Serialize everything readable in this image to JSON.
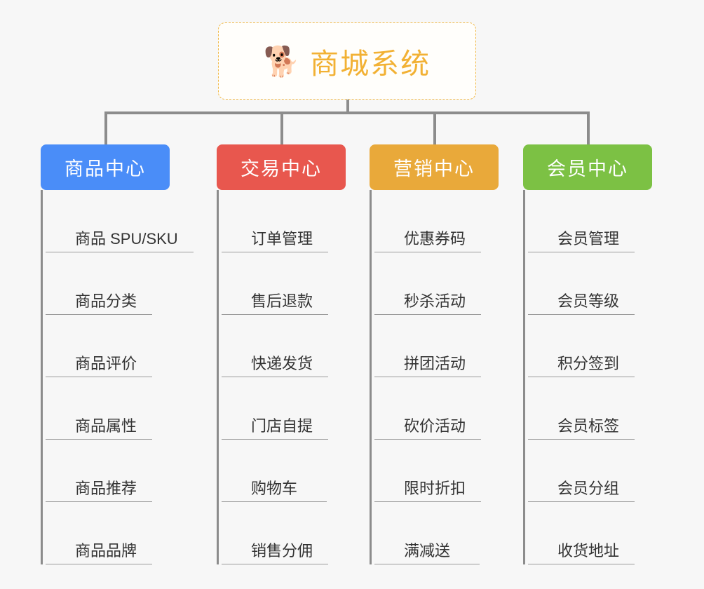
{
  "root": {
    "title": "商城系统",
    "icon": "dog-face-emoji",
    "glyph": "🐕",
    "border_color": "#f0b94a",
    "text_color": "#f2b134"
  },
  "connector_color": "#8c8c8c",
  "background_color": "#f7f7f7",
  "columns": [
    {
      "title": "商品中心",
      "color": "#4a8df8",
      "items": [
        "商品 SPU/SKU",
        "商品分类",
        "商品评价",
        "商品属性",
        "商品推荐",
        "商品品牌"
      ]
    },
    {
      "title": "交易中心",
      "color": "#e8574e",
      "items": [
        "订单管理",
        "售后退款",
        "快递发货",
        "门店自提",
        "购物车",
        "销售分佣"
      ]
    },
    {
      "title": "营销中心",
      "color": "#e9a93a",
      "items": [
        "优惠券码",
        "秒杀活动",
        "拼团活动",
        "砍价活动",
        "限时折扣",
        "满减送"
      ]
    },
    {
      "title": "会员中心",
      "color": "#7cc144",
      "items": [
        "会员管理",
        "会员等级",
        "积分签到",
        "会员标签",
        "会员分组",
        "收货地址"
      ]
    }
  ]
}
